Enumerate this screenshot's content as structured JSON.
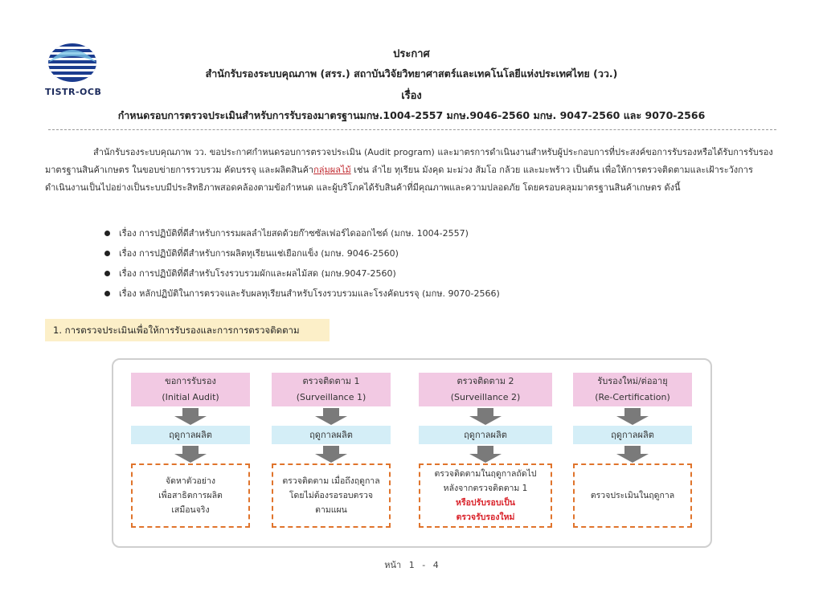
{
  "logo": {
    "text": "TISTR-OCB",
    "color": "#1b3c8f"
  },
  "header": {
    "line1": "ประกาศ",
    "line2": "สำนักรับรองระบบคุณภาพ (สรร.) สถาบันวิจัยวิทยาศาสตร์และเทคโนโลยีแห่งประเทศไทย (วว.)",
    "line3": "เรื่อง",
    "line4": "กำหนดรอบการตรวจประเมินสำหรับการรับรองมาตรฐานมกษ.1004-2557 มกษ.9046-2560 มกษ. 9047-2560 และ 9070-2566"
  },
  "intro": {
    "part1": "สำนักรับรองระบบคุณภาพ วว. ขอประกาศกำหนดรอบการตรวจประเมิน (Audit program) และมาตรการดำเนินงานสำหรับผู้ประกอบการที่ประสงค์ขอการรับรองหรือได้รับการรับรองมาตรฐานสินค้าเกษตร ในขอบข่ายการรวบรวม คัดบรรจุ และผลิตสินค้า",
    "underline": "กลุ่มผลไม้",
    "part2": " เช่น ลำไย ทุเรียน มังคุด มะม่วง ส้มโอ กล้วย และมะพร้าว เป็นต้น เพื่อให้การตรวจติดตามและเฝ้าระวังการดำเนินงานเป็นไปอย่างเป็นระบบมีประสิทธิภาพสอดคล้องตามข้อกำหนด และผู้บริโภคได้รับสินค้าที่มีคุณภาพและความปลอดภัย โดยครอบคลุมมาตรฐานสินค้าเกษตร ดังนี้"
  },
  "bullets": [
    "เรื่อง การปฏิบัติที่ดีสำหรับการรมผลลำไยสดด้วยก๊าซซัลเฟอร์ไดออกไซด์ (มกษ. 1004-2557)",
    "เรื่อง การปฏิบัติที่ดีสำหรับการผลิตทุเรียนแช่เยือกแข็ง (มกษ. 9046-2560)",
    "เรื่อง การปฏิบัติที่ดีสำหรับโรงรวบรวมผักและผลไม้สด (มกษ.9047-2560)",
    "เรื่อง หลักปฏิบัติในการตรวจและรับผลทุเรียนสำหรับโรงรวบรวมและโรงคัดบรรจุ (มกษ. 9070-2566)"
  ],
  "section_title": "1. การตรวจประเมินเพื่อให้การรับรองและการการตรวจติดตาม",
  "flow": [
    {
      "stage_th": "ขอการรับรอง",
      "stage_en": "(Initial Audit)",
      "season": "ฤดูกาลผลิต",
      "desc": [
        "จัดหาตัวอย่าง",
        "เพื่อสาธิตการผลิต",
        "เสมือนจริง"
      ],
      "desc_red": []
    },
    {
      "stage_th": "ตรวจติดตาม 1",
      "stage_en": "(Surveillance 1)",
      "season": "ฤดูกาลผลิต",
      "desc": [
        "ตรวจติดตาม เมื่อถึงฤดูกาล",
        "โดยไม่ต้องรอรอบตรวจ",
        "ตามแผน"
      ],
      "desc_red": []
    },
    {
      "stage_th": "ตรวจติดตาม 2",
      "stage_en": "(Surveillance 2)",
      "season": "ฤดูกาลผลิต",
      "desc": [
        "ตรวจติดตามในฤดูกาลถัดไป",
        "หลังจากตรวจติดตาม 1"
      ],
      "desc_red": [
        "หรือปรับรอบเป็น",
        "ตรวจรับรองใหม่"
      ]
    },
    {
      "stage_th": "รับรองใหม่/ต่ออายุ",
      "stage_en": "(Re-Certification)",
      "season": "ฤดูกาลผลิต",
      "desc": [
        "ตรวจประเมินในฤดูกาล"
      ],
      "desc_red": []
    }
  ],
  "colors": {
    "stage_bg": "#f2c9e3",
    "season_bg": "#d4eef7",
    "desc_border": "#e0742c",
    "section_bg": "#fcefc8",
    "highlight_red": "#d9222a"
  },
  "footer": {
    "label": "หน้า",
    "page": "1",
    "sep": "-",
    "total": "4"
  }
}
